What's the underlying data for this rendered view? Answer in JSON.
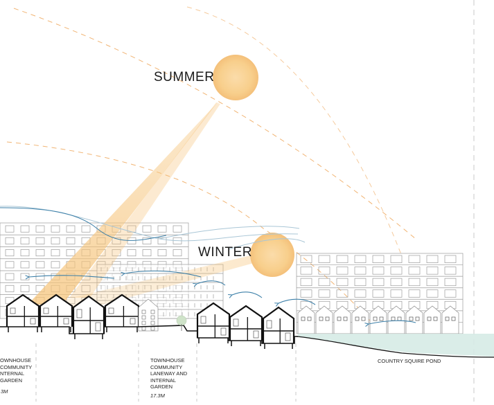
{
  "labels": {
    "summer": "SUMMER",
    "winter": "WINTER"
  },
  "zones": {
    "left": {
      "lines": [
        "OWNHOUSE",
        "COMMUNITY",
        "NTERNAL",
        "GARDEN"
      ],
      "height": "3M"
    },
    "middle": {
      "lines": [
        "TOWNHOUSE",
        "COMMUNITY",
        "LANEWAY AND",
        "INTERNAL",
        "GARDEN"
      ],
      "height": "17.3M"
    },
    "right": {
      "lines": [
        "COUNTRY SQUIRE POND"
      ]
    }
  },
  "colors": {
    "sun": "#f6c47a",
    "sun_core": "#fbe0b0",
    "sun_ray": "#f9c98a",
    "sun_path": "#eea75a",
    "wind": "#3b7fa8",
    "wind_light": "#a9c6d6",
    "building_line": "#9a9a9a",
    "section": "#111111",
    "water": "#d6ebe6"
  }
}
